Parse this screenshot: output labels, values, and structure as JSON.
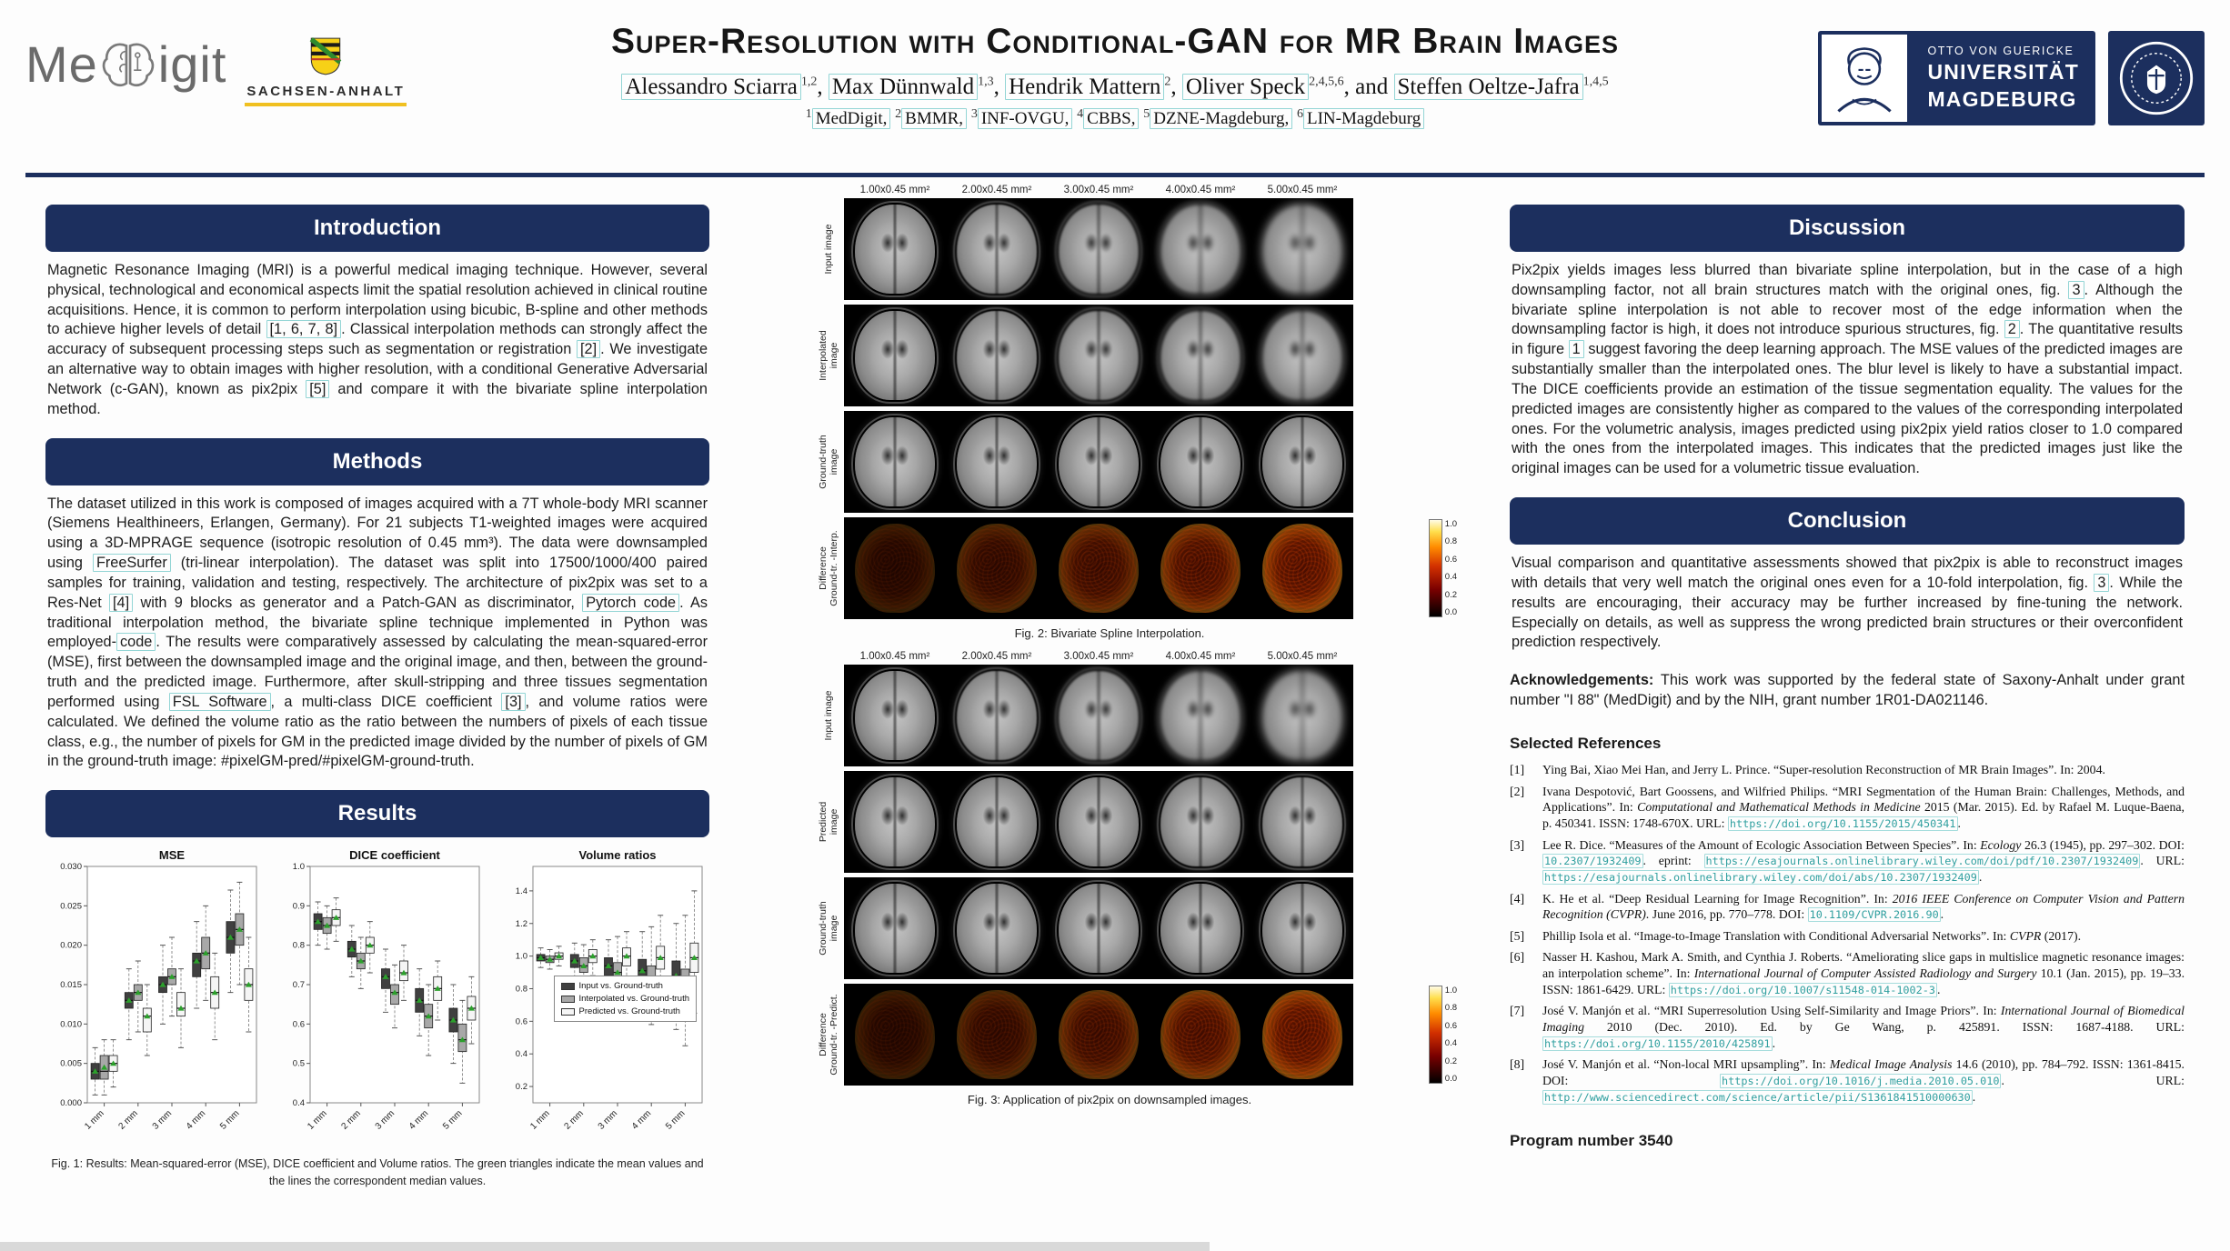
{
  "header": {
    "title": "Super-Resolution with Conditional-GAN for MR Brain Images",
    "authors": [
      {
        "name": "Alessandro Sciarra",
        "sup": "1,2"
      },
      {
        "name": "Max Dünnwald",
        "sup": "1,3"
      },
      {
        "name": "Hendrik Mattern",
        "sup": "2"
      },
      {
        "name": "Oliver Speck",
        "sup": "2,4,5,6"
      },
      {
        "name": "Steffen Oeltze-Jafra",
        "sup": "1,4,5"
      }
    ],
    "affiliations": [
      {
        "sup": "1",
        "label": "MedDigit,"
      },
      {
        "sup": "2",
        "label": "BMMR,"
      },
      {
        "sup": "3",
        "label": "INF-OVGU,"
      },
      {
        "sup": "4",
        "label": "CBBS,"
      },
      {
        "sup": "5",
        "label": "DZNE-Magdeburg,"
      },
      {
        "sup": "6",
        "label": "LIN-Magdeburg"
      }
    ],
    "logos": {
      "meddigit_prefix": "Me",
      "meddigit_suffix": "igit",
      "state_label": "SACHSEN-ANHALT",
      "ovgu_line1": "OTTO VON GUERICKE",
      "ovgu_line2": "UNIVERSITÄT",
      "ovgu_line3": "MAGDEBURG"
    }
  },
  "left": {
    "intro": {
      "heading": "Introduction",
      "text": "Magnetic Resonance Imaging (MRI) is a powerful medical imaging technique. However, several physical, technological and economical aspects limit the spatial resolution achieved in clinical routine acquisitions. Hence, it is common to perform interpolation using bicubic, B-spline and other methods to achieve higher levels of detail «[1, 6, 7, 8]». Classical interpolation methods can strongly affect the accuracy of subsequent processing steps such as segmentation or registration «[2]». We investigate an alternative way to obtain images with higher resolution, with a conditional Generative Adversarial Network (c-GAN), known as pix2pix «[5]» and compare it with the bivariate spline interpolation method."
    },
    "methods": {
      "heading": "Methods",
      "text": "The dataset utilized in this work is composed of images acquired with a 7T whole-body MRI scanner (Siemens Healthineers, Erlangen, Germany). For 21 subjects T1-weighted images were acquired using a 3D-MPRAGE sequence (isotropic resolution of 0.45 mm³). The data were downsampled using «FreeSurfer» (tri-linear interpolation). The dataset was split into 17500/1000/400 paired samples for training, validation and testing, respectively. The architecture of pix2pix was set to a Res-Net «[4]» with 9 blocks as generator and a Patch-GAN as discriminator, «Pytorch code». As traditional interpolation method, the bivariate spline technique implemented in Python was employed-«code». The results were comparatively assessed by calculating the mean-squared-error (MSE), first between the downsampled image and the original image, and then, between the ground-truth and the predicted image. Furthermore, after skull-stripping and three tissues segmentation performed using «FSL Software», a multi-class DICE coefficient «[3]», and volume ratios were calculated. We defined the volume ratio as the ratio between the numbers of pixels of each tissue class, e.g., the number of pixels for GM in the predicted image divided by the number of pixels of GM in the ground-truth image: #pixelGM-pred/#pixelGM-ground-truth."
    },
    "results": {
      "heading": "Results",
      "caption": "Fig. 1: Results: Mean-squared-error (MSE), DICE coefficient and Volume ratios. The green triangles indicate the mean values and the lines the correspondent median values."
    }
  },
  "middle": {
    "figures": [
      {
        "col_labels": [
          "1.00x0.45 mm²",
          "2.00x0.45 mm²",
          "3.00x0.45 mm²",
          "4.00x0.45 mm²",
          "5.00x0.45 mm²"
        ],
        "rows": [
          {
            "label": "Input image",
            "type": "mri",
            "blur": 0.7
          },
          {
            "label": "Interpolated\nimage",
            "type": "mri",
            "blur": 0.5
          },
          {
            "label": "Ground-truth\nimage",
            "type": "mri",
            "blur": 0
          },
          {
            "label": "Difference\nGround-tr. -Interp.",
            "type": "diff"
          }
        ],
        "colorbar_ticks": [
          "1.0",
          "0.8",
          "0.6",
          "0.4",
          "0.2",
          "0.0"
        ],
        "caption": "Fig. 2: Bivariate Spline Interpolation."
      },
      {
        "col_labels": [
          "1.00x0.45 mm²",
          "2.00x0.45 mm²",
          "3.00x0.45 mm²",
          "4.00x0.45 mm²",
          "5.00x0.45 mm²"
        ],
        "rows": [
          {
            "label": "Input image",
            "type": "mri",
            "blur": 0.7
          },
          {
            "label": "Predicted\nimage",
            "type": "mri",
            "blur": 0.15
          },
          {
            "label": "Ground-truth\nimage",
            "type": "mri",
            "blur": 0
          },
          {
            "label": "Difference\nGround-tr. -Predict.",
            "type": "diff"
          }
        ],
        "colorbar_ticks": [
          "1.0",
          "0.8",
          "0.6",
          "0.4",
          "0.2",
          "0.0"
        ],
        "caption": "Fig. 3: Application of pix2pix on downsampled images."
      }
    ]
  },
  "right": {
    "discussion": {
      "heading": "Discussion",
      "text": "Pix2pix yields images less blurred than bivariate spline interpolation, but in the case of a high downsampling factor, not all brain structures match with the original ones, fig. «3». Although the bivariate spline interpolation is not able to recover most of the edge information when the downsampling factor is high, it does not introduce spurious structures, fig. «2». The quantitative results in figure «1» suggest favoring the deep learning approach. The MSE values of the predicted images are substantially smaller than the interpolated ones. The blur level is likely to have a substantial impact. The DICE coefficients provide an estimation of the tissue segmentation equality. The values for the predicted images are consistently higher as compared to the values of the corresponding interpolated ones. For the volumetric analysis, images predicted using pix2pix yield ratios closer to 1.0 compared with the ones from the interpolated images. This indicates that the predicted images just like the original images can be used for a volumetric tissue evaluation."
    },
    "conclusion": {
      "heading": "Conclusion",
      "text": "Visual comparison and quantitative assessments showed that pix2pix is able to reconstruct images with details that very well match the original ones even for a 10-fold interpolation, fig. «3». While the results are encouraging, their accuracy may be further increased by fine-tuning the network. Especially on details, as well as suppress the wrong predicted brain structures or their overconfident prediction respectively.",
      "acknowledgements": "⟪Acknowledgements:⟫ This work was supported by the federal state of Saxony-Anhalt under grant number \"I 88\" (MedDigit) and by the NIH, grant number 1R01-DA021146."
    },
    "refs_heading": "Selected References",
    "references": [
      "Ying Bai, Xiao Mei Han, and Jerry L. Prince. “Super-resolution Reconstruction of MR Brain Images”. In: 2004.",
      "Ivana Despotović, Bart Goossens, and Wilfried Philips. “MRI Segmentation of the Human Brain: Challenges, Methods, and Applications”. In: ‹Computational and Mathematical Methods in Medicine› 2015 (Mar. 2015). Ed. by Rafael M. Luque-Baena, p. 450341. ISSN: 1748-670X. URL: «https://doi.org/10.1155/2015/450341».",
      "Lee R. Dice. “Measures of the Amount of Ecologic Association Between Species”. In: ‹Ecology› 26.3 (1945), pp. 297–302. DOI: «10.2307/1932409». eprint: «https://esajournals.onlinelibrary.wiley.com/doi/pdf/10.2307/1932409». URL: «https://esajournals.onlinelibrary.wiley.com/doi/abs/10.2307/1932409».",
      "K. He et al. “Deep Residual Learning for Image Recognition”. In: ‹2016 IEEE Conference on Computer Vision and Pattern Recognition (CVPR)›. June 2016, pp. 770–778. DOI: «10.1109/CVPR.2016.90».",
      "Phillip Isola et al. “Image-to-Image Translation with Conditional Adversarial Networks”. In: ‹CVPR› (2017).",
      "Nasser H. Kashou, Mark A. Smith, and Cynthia J. Roberts. “Ameliorating slice gaps in multislice magnetic resonance images: an interpolation scheme”. In: ‹International Journal of Computer Assisted Radiology and Surgery› 10.1 (Jan. 2015), pp. 19–33. ISSN: 1861-6429. URL: «https://doi.org/10.1007/s11548-014-1002-3».",
      "José V. Manjón et al. “MRI Superresolution Using Self-Similarity and Image Priors”. In: ‹International Journal of Biomedical Imaging› 2010 (Dec. 2010). Ed. by Ge Wang, p. 425891. ISSN: 1687-4188. URL: «https://doi.org/10.1155/2010/425891».",
      "José V. Manjón et al. “Non-local MRI upsampling”. In: ‹Medical Image Analysis› 14.6 (2010), pp. 784–792. ISSN: 1361-8415. DOI: «https://doi.org/10.1016/j.media.2010.05.010». URL: «http://www.sciencedirect.com/science/article/pii/S1361841510000630»."
    ],
    "program_number": "Program number 3540"
  },
  "results_legend": {
    "items": [
      {
        "label": "Input vs. Ground-truth",
        "color": "#404040"
      },
      {
        "label": "Interpolated vs. Ground-truth",
        "color": "#a8a8a8"
      },
      {
        "label": "Predicted vs. Ground-truth",
        "color": "#f5f5f5"
      }
    ]
  },
  "chart_data": [
    {
      "type": "box",
      "title": "MSE",
      "categories": [
        "1 mm",
        "2 mm",
        "3 mm",
        "4 mm",
        "5 mm"
      ],
      "ylim": [
        0,
        0.03
      ],
      "yticks": [
        0,
        0.005,
        0.01,
        0.015,
        0.02,
        0.025,
        0.03
      ],
      "ydec": 3,
      "series": [
        {
          "name": "Input vs. Ground-truth",
          "color": "#404040",
          "boxes": [
            [
              0.001,
              0.003,
              0.004,
              0.005,
              0.007,
              0.004
            ],
            [
              0.008,
              0.012,
              0.013,
              0.014,
              0.017,
              0.013
            ],
            [
              0.01,
              0.014,
              0.015,
              0.016,
              0.02,
              0.015
            ],
            [
              0.012,
              0.016,
              0.018,
              0.019,
              0.023,
              0.018
            ],
            [
              0.014,
              0.019,
              0.021,
              0.023,
              0.027,
              0.021
            ]
          ]
        },
        {
          "name": "Interpolated vs. Ground-truth",
          "color": "#a8a8a8",
          "boxes": [
            [
              0.001,
              0.003,
              0.004,
              0.006,
              0.008,
              0.0045
            ],
            [
              0.009,
              0.013,
              0.014,
              0.015,
              0.018,
              0.014
            ],
            [
              0.011,
              0.015,
              0.016,
              0.017,
              0.021,
              0.016
            ],
            [
              0.013,
              0.017,
              0.019,
              0.021,
              0.025,
              0.019
            ],
            [
              0.015,
              0.02,
              0.022,
              0.024,
              0.028,
              0.022
            ]
          ]
        },
        {
          "name": "Predicted vs. Ground-truth",
          "color": "#f5f5f5",
          "boxes": [
            [
              0.002,
              0.004,
              0.005,
              0.006,
              0.008,
              0.005
            ],
            [
              0.006,
              0.009,
              0.011,
              0.012,
              0.015,
              0.011
            ],
            [
              0.007,
              0.011,
              0.012,
              0.014,
              0.017,
              0.012
            ],
            [
              0.008,
              0.012,
              0.014,
              0.016,
              0.019,
              0.014
            ],
            [
              0.009,
              0.013,
              0.015,
              0.017,
              0.021,
              0.015
            ]
          ]
        }
      ]
    },
    {
      "type": "box",
      "title": "DICE coefficient",
      "categories": [
        "1 mm",
        "2 mm",
        "3 mm",
        "4 mm",
        "5 mm"
      ],
      "ylim": [
        0.4,
        1.0
      ],
      "yticks": [
        0.4,
        0.5,
        0.6,
        0.7,
        0.8,
        0.9,
        1.0
      ],
      "ydec": 1,
      "series": [
        {
          "name": "Input vs. Ground-truth",
          "color": "#404040",
          "boxes": [
            [
              0.8,
              0.84,
              0.86,
              0.88,
              0.91,
              0.86
            ],
            [
              0.72,
              0.77,
              0.79,
              0.81,
              0.85,
              0.79
            ],
            [
              0.63,
              0.69,
              0.72,
              0.74,
              0.79,
              0.72
            ],
            [
              0.57,
              0.63,
              0.66,
              0.69,
              0.74,
              0.66
            ],
            [
              0.5,
              0.58,
              0.61,
              0.64,
              0.7,
              0.61
            ]
          ]
        },
        {
          "name": "Interpolated vs. Ground-truth",
          "color": "#a8a8a8",
          "boxes": [
            [
              0.79,
              0.83,
              0.85,
              0.87,
              0.9,
              0.85
            ],
            [
              0.69,
              0.74,
              0.76,
              0.78,
              0.82,
              0.76
            ],
            [
              0.59,
              0.65,
              0.68,
              0.7,
              0.75,
              0.68
            ],
            [
              0.52,
              0.59,
              0.62,
              0.65,
              0.7,
              0.62
            ],
            [
              0.45,
              0.53,
              0.56,
              0.6,
              0.66,
              0.56
            ]
          ]
        },
        {
          "name": "Predicted vs. Ground-truth",
          "color": "#f5f5f5",
          "boxes": [
            [
              0.81,
              0.85,
              0.87,
              0.89,
              0.92,
              0.87
            ],
            [
              0.73,
              0.78,
              0.8,
              0.82,
              0.86,
              0.8
            ],
            [
              0.66,
              0.71,
              0.73,
              0.76,
              0.8,
              0.73
            ],
            [
              0.61,
              0.66,
              0.69,
              0.72,
              0.76,
              0.69
            ],
            [
              0.55,
              0.61,
              0.64,
              0.67,
              0.72,
              0.64
            ]
          ]
        }
      ]
    },
    {
      "type": "box",
      "title": "Volume ratios",
      "categories": [
        "1 mm",
        "2 mm",
        "3 mm",
        "4 mm",
        "5 mm"
      ],
      "ylim": [
        0.1,
        1.55
      ],
      "yticks": [
        0.2,
        0.4,
        0.6,
        0.8,
        1.0,
        1.2,
        1.4
      ],
      "ydec": 1,
      "series": [
        {
          "name": "Input vs. Ground-truth",
          "color": "#404040",
          "boxes": [
            [
              0.93,
              0.97,
              0.99,
              1.01,
              1.05,
              0.99
            ],
            [
              0.85,
              0.93,
              0.97,
              1.01,
              1.08,
              0.97
            ],
            [
              0.75,
              0.88,
              0.94,
              0.99,
              1.1,
              0.94
            ],
            [
              0.65,
              0.84,
              0.91,
              0.98,
              1.15,
              0.91
            ],
            [
              0.55,
              0.8,
              0.88,
              0.97,
              1.2,
              0.88
            ]
          ]
        },
        {
          "name": "Interpolated vs. Ground-truth",
          "color": "#a8a8a8",
          "boxes": [
            [
              0.92,
              0.96,
              0.98,
              1.0,
              1.04,
              0.98
            ],
            [
              0.8,
              0.9,
              0.94,
              0.99,
              1.07,
              0.94
            ],
            [
              0.68,
              0.84,
              0.9,
              0.96,
              1.12,
              0.9
            ],
            [
              0.58,
              0.79,
              0.86,
              0.94,
              1.18,
              0.86
            ],
            [
              0.45,
              0.73,
              0.82,
              0.92,
              1.25,
              0.82
            ]
          ]
        },
        {
          "name": "Predicted vs. Ground-truth",
          "color": "#f5f5f5",
          "boxes": [
            [
              0.94,
              0.98,
              1.0,
              1.02,
              1.06,
              1.0
            ],
            [
              0.88,
              0.96,
              1.0,
              1.04,
              1.1,
              1.0
            ],
            [
              0.82,
              0.94,
              1.0,
              1.05,
              1.15,
              1.0
            ],
            [
              0.75,
              0.92,
              0.99,
              1.06,
              1.25,
              0.99
            ],
            [
              0.65,
              0.9,
              0.99,
              1.08,
              1.4,
              0.99
            ]
          ]
        }
      ]
    }
  ]
}
